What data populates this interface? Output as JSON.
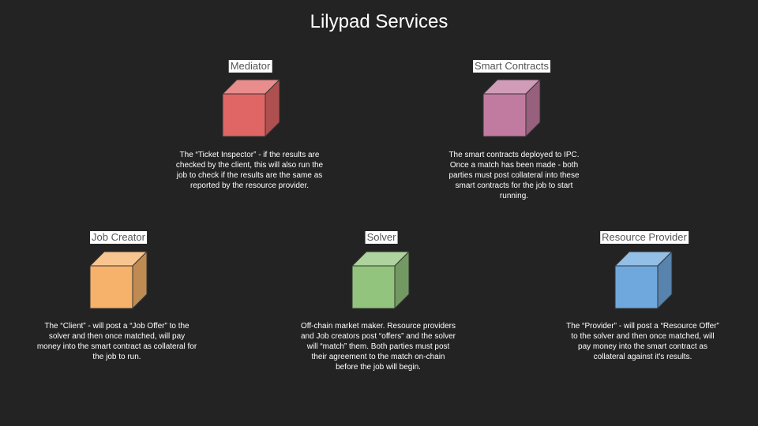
{
  "title": "Lilypad Services",
  "nodes": [
    {
      "id": "mediator",
      "label": "Mediator",
      "color": "#e06666",
      "desc": "The “Ticket Inspector” - if the results are checked by the client, this will also run the job to check if the results are the same as reported by the resource provider."
    },
    {
      "id": "smart-contracts",
      "label": "Smart Contracts",
      "color": "#c27ba0",
      "desc": "The smart contracts deployed to IPC.  Once a match has been made - both parties must post collateral into these smart contracts for the job to start running."
    },
    {
      "id": "job-creator",
      "label": "Job Creator",
      "color": "#f6b26b",
      "desc": "The “Client” - will post a “Job Offer” to the solver and then once matched, will pay money into the smart contract as collateral for the job to run."
    },
    {
      "id": "solver",
      "label": "Solver",
      "color": "#93c47d",
      "desc": "Off-chain market maker.  Resource providers and Job creators post “offers” and the solver will “match” them.  Both parties must post their agreement to the match on-chain before the job will begin."
    },
    {
      "id": "resource-provider",
      "label": "Resource Provider",
      "color": "#6fa8dc",
      "desc": "The “Provider” - will post a “Resource Offer” to the solver and then once matched, will pay money into the smart contract as collateral against it's results."
    }
  ]
}
